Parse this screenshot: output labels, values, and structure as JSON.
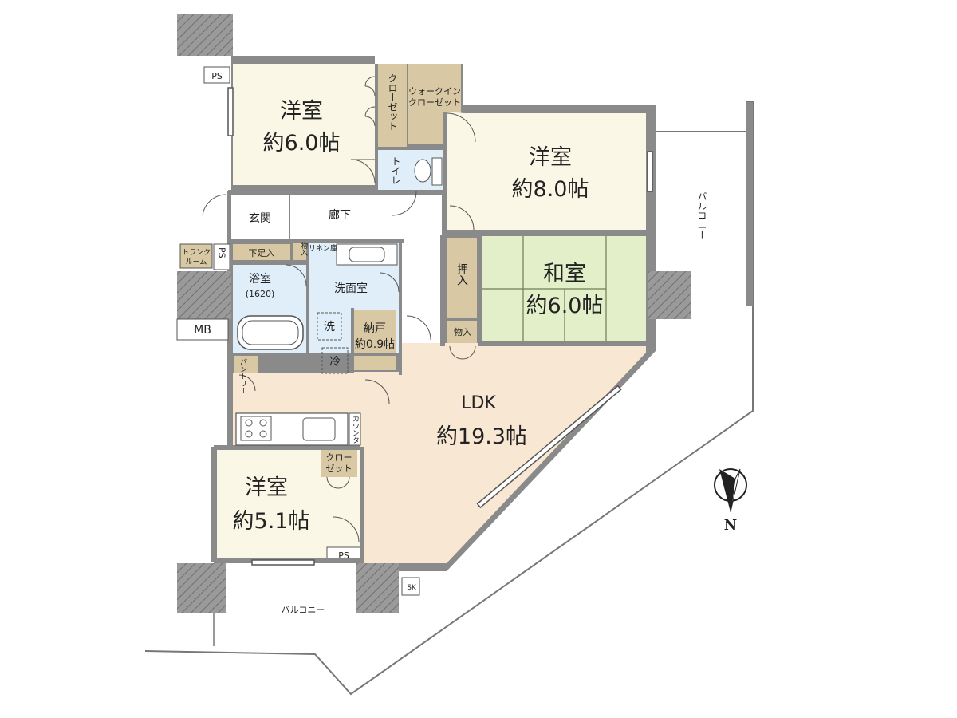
{
  "rooms": {
    "western_nw": {
      "name": "洋室",
      "area": "約6.0帖"
    },
    "western_ne": {
      "name": "洋室",
      "area": "約8.0帖"
    },
    "japanese": {
      "name": "和室",
      "area": "約6.0帖"
    },
    "ldk": {
      "name": "LDK",
      "area": "約19.3帖"
    },
    "western_sw": {
      "name": "洋室",
      "area": "約5.1帖"
    }
  },
  "labels": {
    "ps_top": "PS",
    "closet_top": "クローゼット",
    "walkin_line1": "ウォークイン",
    "walkin_line2": "クローゼット",
    "toilet": "トイレ",
    "entrance": "玄関",
    "hallway": "廊下",
    "shoe_storage": "下足入",
    "storage_small": "物入",
    "linen": "リネン庫",
    "trunk_line1": "トランク",
    "trunk_line2": "ルーム",
    "ps_left": "PS",
    "bath_name": "浴室",
    "bath_size": "(1620)",
    "washroom": "洗面室",
    "washer": "洗",
    "fridge": "冷",
    "mb": "MB",
    "pantry": "パントリー",
    "storeroom_name": "納戸",
    "storeroom_area": "約0.9帖",
    "oshiire": "押入",
    "storage_jp": "物入",
    "counter": "カウンター",
    "closet_sw_line1": "クロー",
    "closet_sw_line2": "ゼット",
    "ps_bottom": "PS",
    "sk": "SK",
    "balcony_bottom": "バルコニー",
    "balcony_right": "バルコニー",
    "north": "N"
  },
  "colors": {
    "western": "#fbf7e6",
    "ldk": "#f8e7d2",
    "japanese": "#e3efc9",
    "wet": "#dfeef8",
    "storage": "#d8c8a4",
    "wall": "#8a8a8a"
  }
}
